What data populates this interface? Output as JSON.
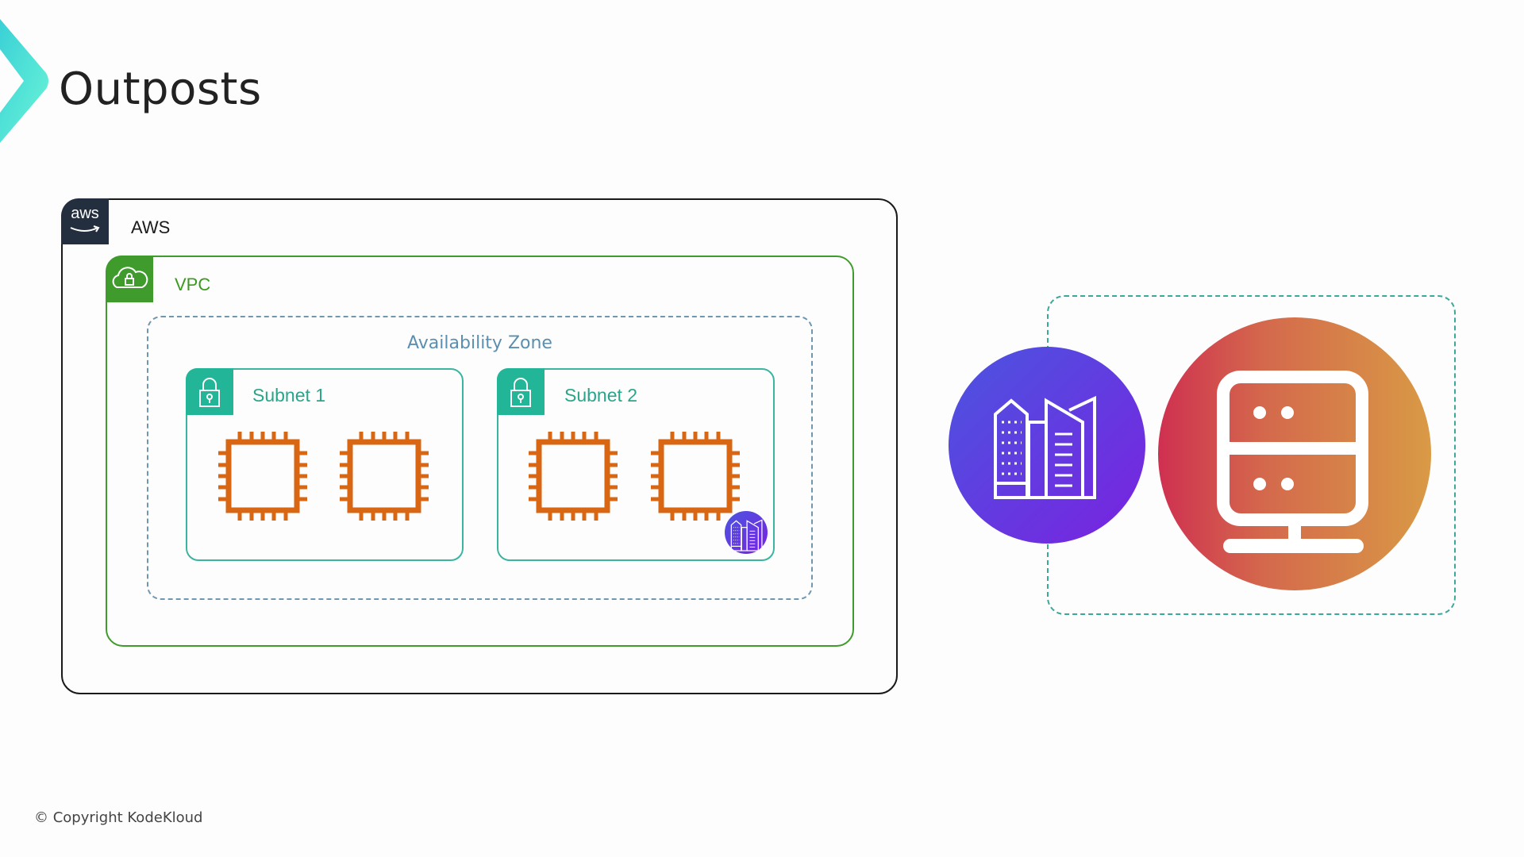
{
  "header": {
    "title": "Outposts"
  },
  "diagram": {
    "aws": {
      "logo_text": "aws",
      "label": "AWS"
    },
    "vpc": {
      "label": "VPC"
    },
    "availability_zone": {
      "label": "Availability Zone"
    },
    "subnets": [
      {
        "label": "Subnet 1"
      },
      {
        "label": "Subnet 2"
      }
    ],
    "colors": {
      "aws": "#232f3e",
      "vpc": "#3f9c2c",
      "subnet": "#22b597",
      "chip": "#d86613",
      "outpost_dashed": "#3aa99a"
    }
  },
  "footer": {
    "copyright": "© Copyright KodeKloud"
  }
}
